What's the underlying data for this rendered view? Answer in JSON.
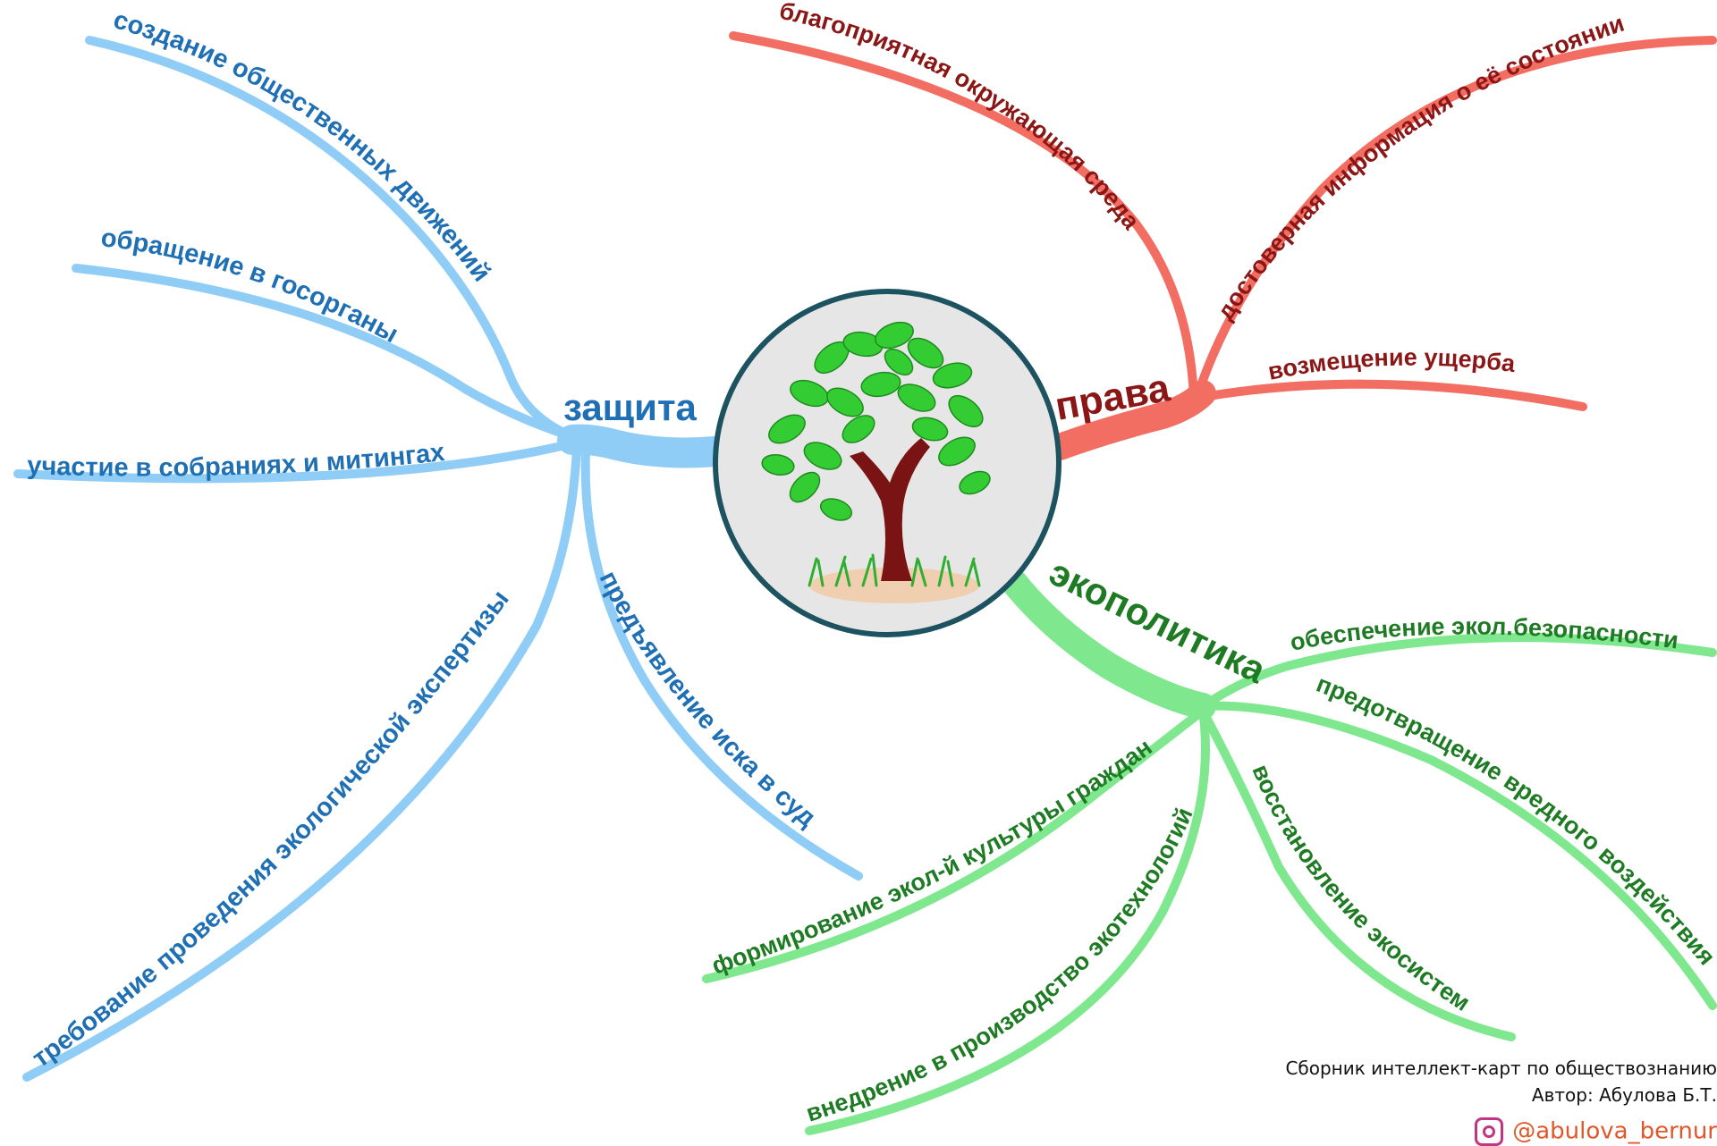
{
  "center": {
    "icon": "tree-icon"
  },
  "branches": {
    "defense": {
      "title": "защита",
      "color": "#8fcdf6",
      "text_color": "#1f6fb4",
      "items": [
        "создание общественных движений",
        "обращение в госорганы",
        "участие в собраниях и митингах",
        "требование проведения экологической экспертизы",
        "предъявление иска в суд"
      ]
    },
    "rights": {
      "title": "права",
      "color": "#f26e63",
      "text_color": "#8b1616",
      "items": [
        "благоприятная окружающая среда",
        "достоверная информация о её состоянии",
        "возмещение ущерба"
      ]
    },
    "ecopolicy": {
      "title": "экополитика",
      "color": "#7fe88e",
      "text_color": "#1e7b24",
      "items": [
        "обеспечение экол.безопасности",
        "предотвращение вредного воздействия",
        "восстановление экосистем",
        "внедрение в производство экотехнологий",
        "формирование экол-й культуры граждан"
      ]
    }
  },
  "footer": {
    "line1": "Сборник интеллект-карт по обществознанию",
    "line2": "Автор: Абулова Б.Т.",
    "social": "@abulova_bernur",
    "social_icon": "instagram-icon"
  }
}
